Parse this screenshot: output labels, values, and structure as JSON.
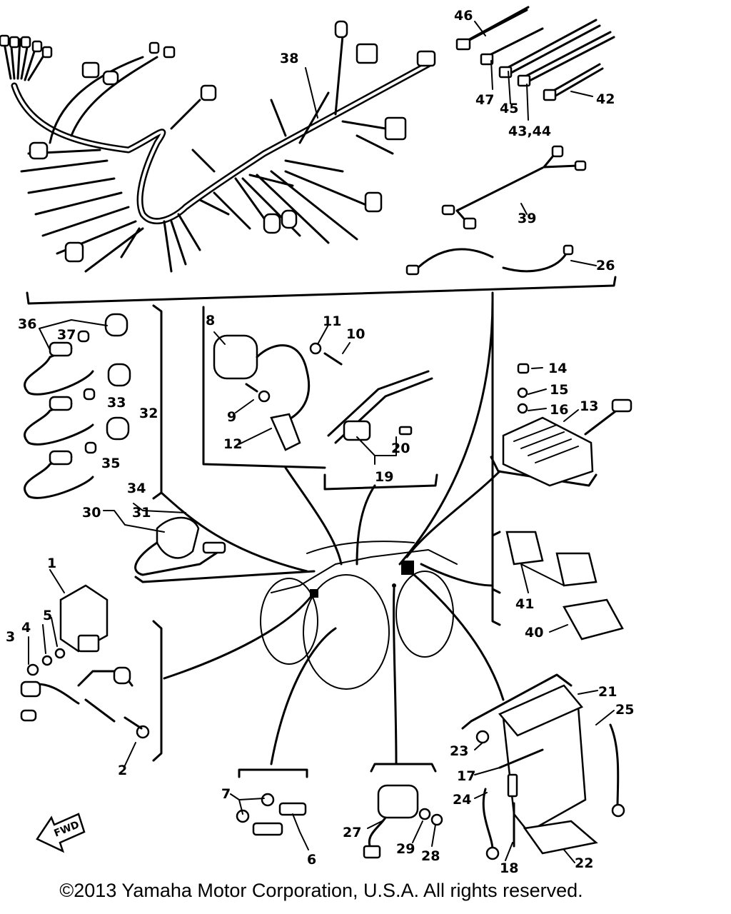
{
  "labels": {
    "n1": "1",
    "n2": "2",
    "n3": "3",
    "n4": "4",
    "n5": "5",
    "n6": "6",
    "n7": "7",
    "n8": "8",
    "n9": "9",
    "n10": "10",
    "n11": "11",
    "n12": "12",
    "n13": "13",
    "n14": "14",
    "n15": "15",
    "n16": "16",
    "n17": "17",
    "n18": "18",
    "n19": "19",
    "n20": "20",
    "n21": "21",
    "n22": "22",
    "n23": "23",
    "n24": "24",
    "n25": "25",
    "n26": "26",
    "n27": "27",
    "n28": "28",
    "n29": "29",
    "n30": "30",
    "n31": "31",
    "n32": "32",
    "n33": "33",
    "n34": "34",
    "n35": "35",
    "n36": "36",
    "n37": "37",
    "n38": "38",
    "n39": "39",
    "n40": "40",
    "n41": "41",
    "n42": "42",
    "n43_44": "43,44",
    "n45": "45",
    "n46": "46",
    "n47": "47"
  },
  "fwd_label": "FWD",
  "copyright": "©2013 Yamaha Motor Corporation, U.S.A. All rights reserved."
}
